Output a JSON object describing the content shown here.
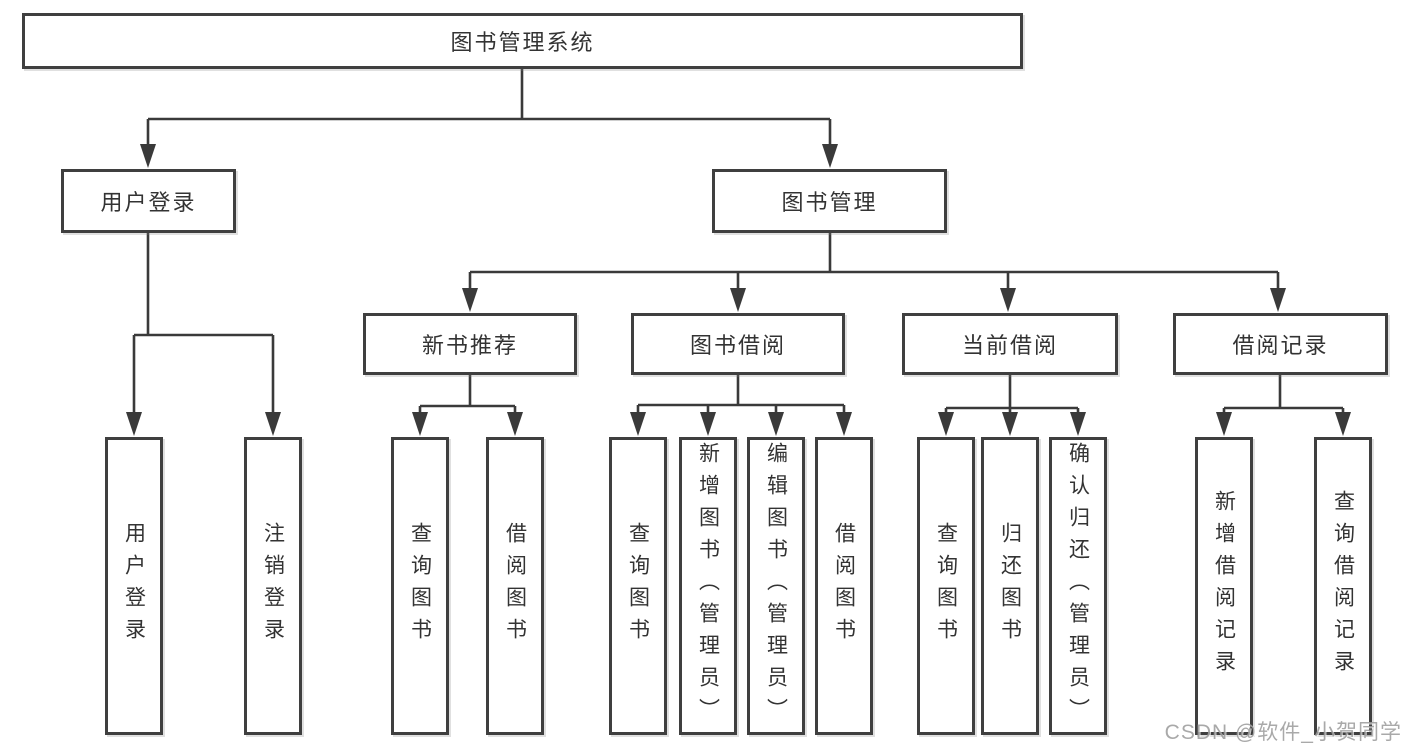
{
  "diagram": {
    "root": {
      "label": "图书管理系统"
    },
    "level1": [
      {
        "label": "用户登录"
      },
      {
        "label": "图书管理"
      }
    ],
    "level2": [
      {
        "label": "新书推荐"
      },
      {
        "label": "图书借阅"
      },
      {
        "label": "当前借阅"
      },
      {
        "label": "借阅记录"
      }
    ],
    "leaves": {
      "user_login": [
        "用户登录",
        "注销登录"
      ],
      "new_book_recommendation": [
        "查询图书",
        "借阅图书"
      ],
      "book_borrowing": [
        "查询图书",
        "新增图书（管理员）",
        "编辑图书（管理员）",
        "借阅图书"
      ],
      "current_borrowing": [
        "查询图书",
        "归还图书",
        "确认归还（管理员）"
      ],
      "borrowing_records": [
        "新增借阅记录",
        "查询借阅记录"
      ]
    }
  },
  "watermark": {
    "text": "CSDN @软件_小贺同学"
  },
  "colors": {
    "line": "#3a3a3a",
    "box_border": "#3f3f3f",
    "text": "#333333",
    "background": "#ffffff",
    "watermark": "#9e9e9e"
  }
}
